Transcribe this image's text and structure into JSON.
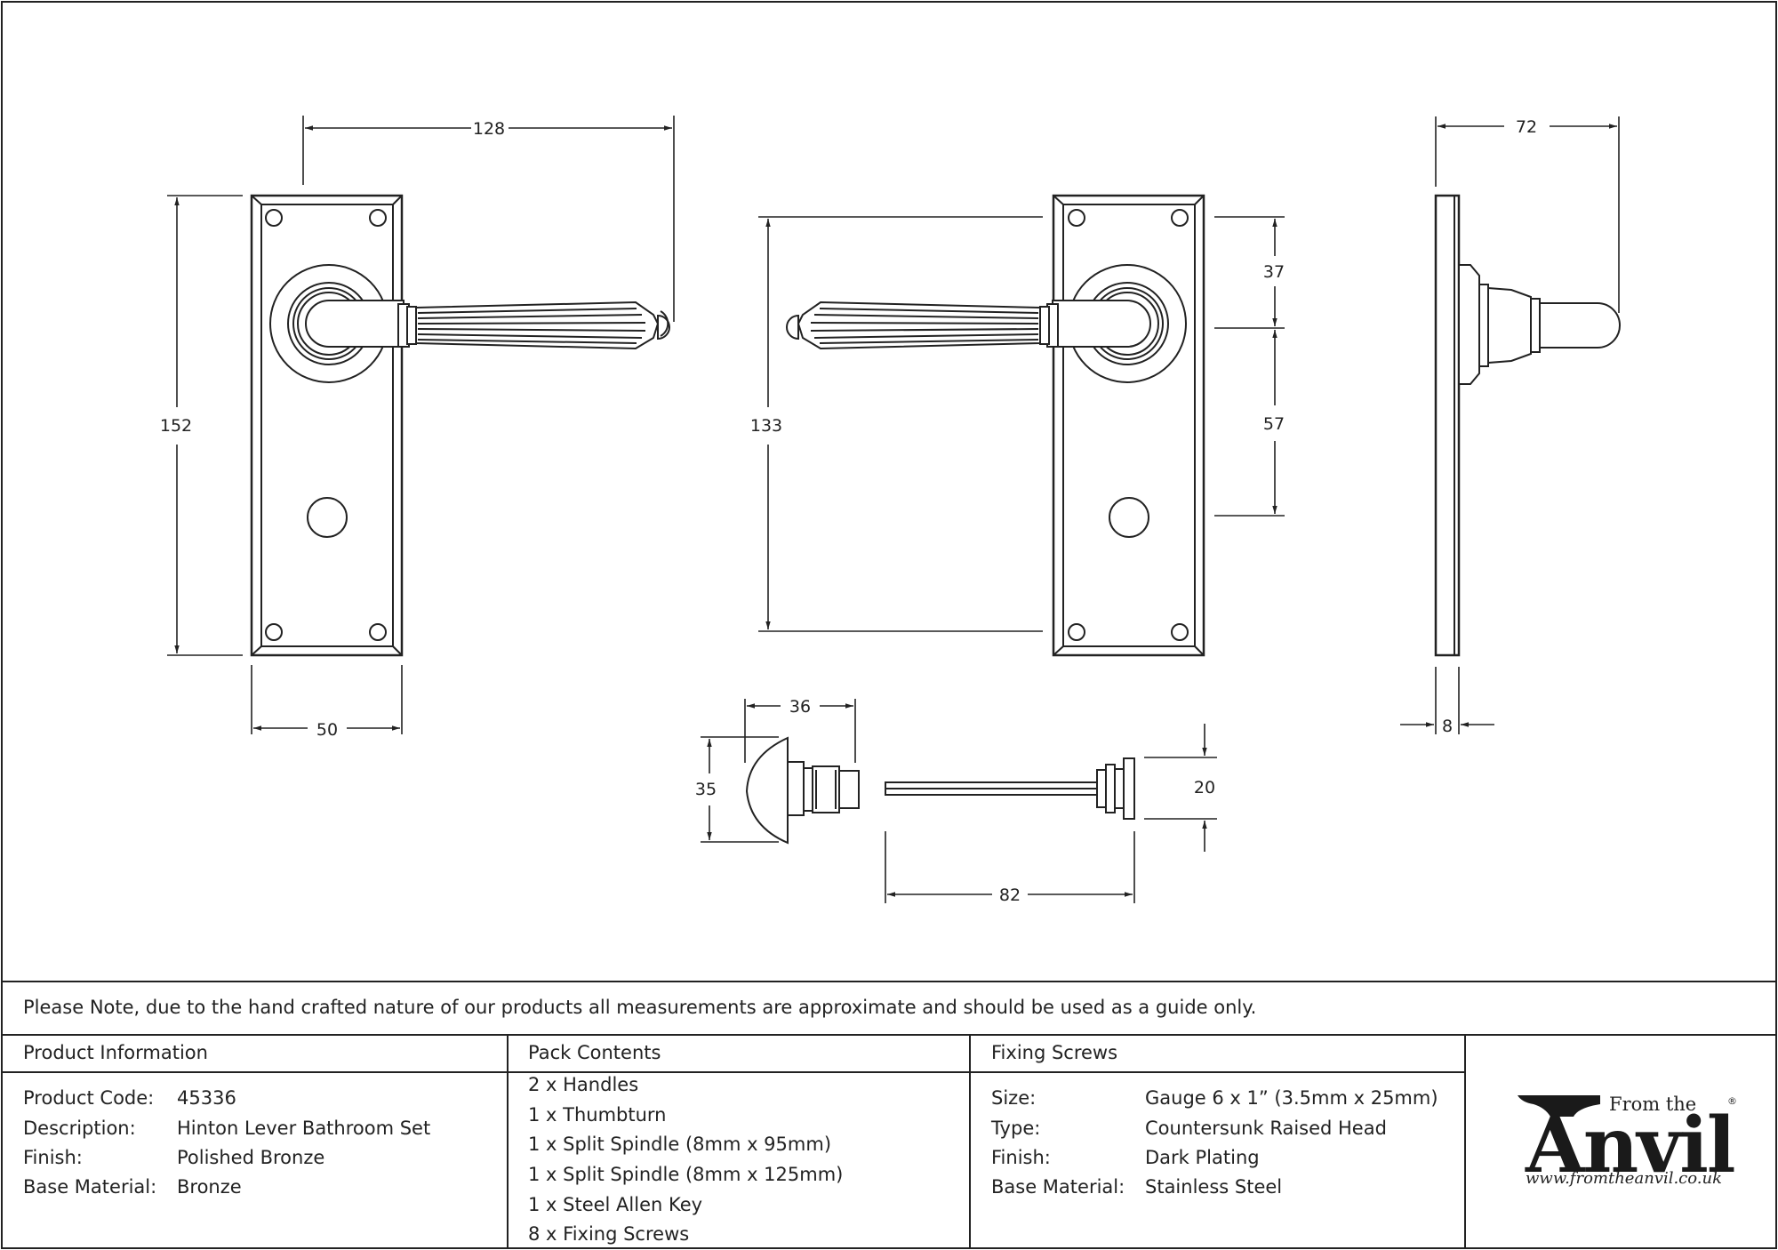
{
  "dimensions": {
    "front_width": "128",
    "front_height": "152",
    "plate_width": "50",
    "back_height": "133",
    "upper_offset": "37",
    "lower_offset": "57",
    "projection": "72",
    "plate_thickness": "8",
    "thumbturn_depth": "36",
    "thumbturn_height": "35",
    "spindle_length": "82",
    "spindle_head": "20"
  },
  "note": "Please Note, due to the hand crafted nature of our products all measurements are approximate and should be used as a guide only.",
  "product_info": {
    "heading": "Product Information",
    "rows": [
      {
        "label": "Product Code:",
        "value": "45336"
      },
      {
        "label": "Description:",
        "value": "Hinton Lever Bathroom Set"
      },
      {
        "label": "Finish:",
        "value": "Polished Bronze"
      },
      {
        "label": "Base Material:",
        "value": "Bronze"
      }
    ]
  },
  "pack_contents": {
    "heading": "Pack Contents",
    "items": [
      "2 x Handles",
      "1 x Thumbturn",
      "1 x Split Spindle (8mm x 95mm)",
      "1 x Split Spindle (8mm x 125mm)",
      "1 x Steel Allen Key",
      "8 x Fixing Screws"
    ]
  },
  "fixing_screws": {
    "heading": "Fixing Screws",
    "rows": [
      {
        "label": "Size:",
        "value": "Gauge 6 x 1” (3.5mm x 25mm)"
      },
      {
        "label": "Type:",
        "value": "Countersunk Raised Head"
      },
      {
        "label": "Finish:",
        "value": "Dark Plating"
      },
      {
        "label": "Base Material:",
        "value": "Stainless Steel"
      }
    ]
  },
  "logo": {
    "from": "From the",
    "name": "Anvil",
    "url": "www.fromtheanvil.co.uk",
    "reg": "®"
  },
  "colors": {
    "line": "#222222",
    "background": "#ffffff"
  }
}
